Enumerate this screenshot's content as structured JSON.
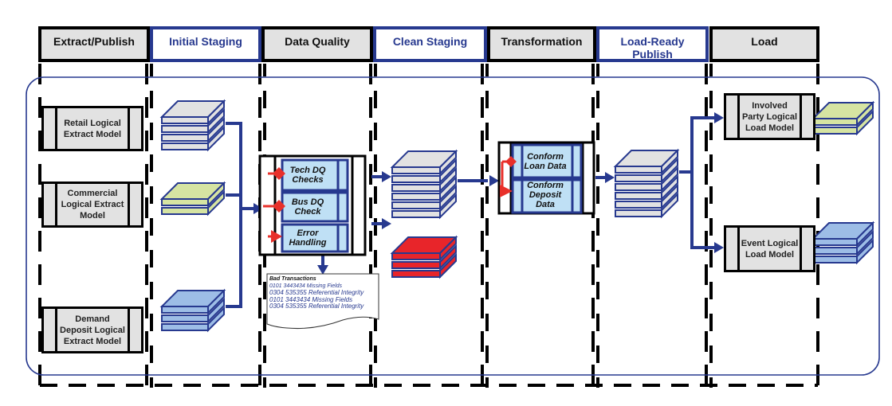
{
  "diagram": {
    "type": "etl-architecture-flow",
    "colors": {
      "frame_blue": "#27398f",
      "flow_blue": "#27398f",
      "header_gray": "#e2e2e2",
      "stack_gray": "#e2e2e2",
      "stack_green": "#d6e4a2",
      "stack_blue": "#9dbde6",
      "stack_red": "#e8252a",
      "process_fill": "#bfe0f5",
      "error_red": "#e8302a"
    },
    "stages": [
      {
        "label": "Extract/Publish",
        "style": "gray"
      },
      {
        "label": "Initial Staging",
        "style": "blue"
      },
      {
        "label": "Data Quality",
        "style": "gray"
      },
      {
        "label": "Clean Staging",
        "style": "blue"
      },
      {
        "label": "Transformation",
        "style": "gray"
      },
      {
        "label": "Load-Ready Publish",
        "style": "blue"
      },
      {
        "label": "Load",
        "style": "gray"
      }
    ],
    "extract_models": [
      {
        "label": "Retail Logical Extract Model"
      },
      {
        "label": "Commercial Logical Extract Model"
      },
      {
        "label": "Demand Deposit Logical Extract Model"
      }
    ],
    "initial_staging_stores": [
      {
        "name": "retail-staging",
        "color": "gray",
        "layers": 4
      },
      {
        "name": "commercial-staging",
        "color": "green",
        "layers": 2
      },
      {
        "name": "demand-deposit-staging",
        "color": "blue",
        "layers": 3
      }
    ],
    "data_quality_steps": [
      {
        "label": "Tech DQ Checks"
      },
      {
        "label": "Bus DQ Check"
      },
      {
        "label": "Error Handling"
      }
    ],
    "error_report": {
      "title": "Bad Transactions",
      "rows": [
        "0101 3443434 Missing Fields",
        "0304 535355 Referential Integrity",
        "0101 3443434 Missing Fields",
        "0304 535355 Referential Integrity"
      ]
    },
    "clean_staging_stores": [
      {
        "name": "clean-data",
        "color": "gray",
        "layers": 6
      },
      {
        "name": "rejected-data",
        "color": "red",
        "layers": 3
      }
    ],
    "transformation_steps": [
      {
        "label": "Conform Loan Data"
      },
      {
        "label": "Conform Deposit Data"
      }
    ],
    "load_ready_store": {
      "name": "load-ready",
      "color": "gray",
      "layers": 6
    },
    "load_models": [
      {
        "label": "Involved Party Logical Load Model",
        "target_color": "green",
        "layers": 2
      },
      {
        "label": "Event Logical Load Model",
        "target_color": "blue",
        "layers": 3
      }
    ]
  }
}
